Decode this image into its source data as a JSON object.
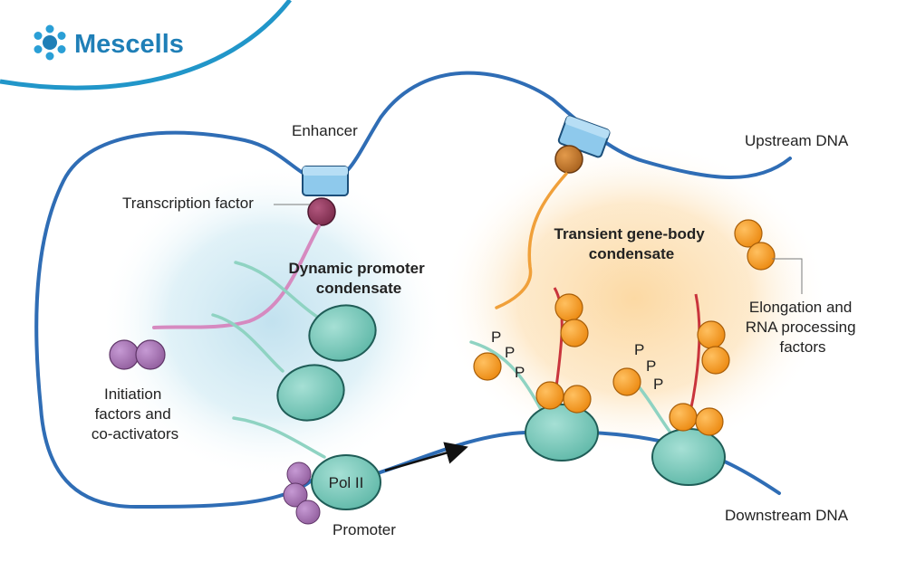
{
  "brand": {
    "name": "Mescells",
    "color": "#1f7fb7",
    "arc_color": "#2196c9"
  },
  "labels": {
    "enhancer": "Enhancer",
    "upstream_dna": "Upstream DNA",
    "transcription_factor": "Transcription factor",
    "transient_condensate": [
      "Transient gene-body",
      "condensate"
    ],
    "dynamic_condensate": [
      "Dynamic promoter",
      "condensate"
    ],
    "elongation_factors": [
      "Elongation and",
      "RNA processing",
      "factors"
    ],
    "initiation_factors": [
      "Initiation",
      "factors and",
      "co-activators"
    ],
    "pol_ii": "Pol II",
    "promoter": "Promoter",
    "downstream_dna": "Downstream DNA",
    "phospho": "P"
  },
  "colors": {
    "dna": "#2f6db5",
    "enhancer_box": "#8ec9ec",
    "teal_polymerase": "#7fcdbf",
    "purple": "#a46fb6",
    "orange": "#f29a26",
    "brown": "#c57a2b",
    "maroon": "#8f3a5e",
    "blue_glow": "#cfe8f2",
    "orange_glow": "#fde2b8",
    "rna_red": "#c9343c"
  }
}
